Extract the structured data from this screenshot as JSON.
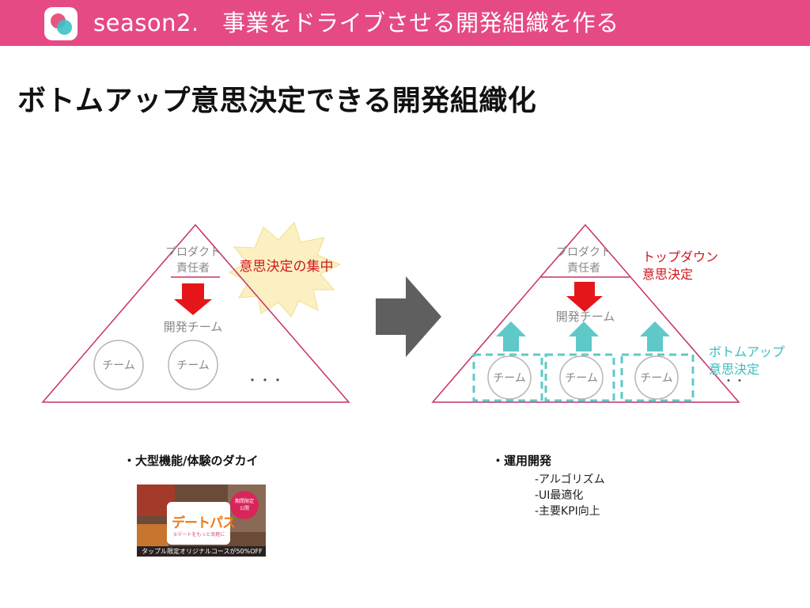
{
  "header": {
    "title": "season2.　事業をドライブさせる開発組織を作る",
    "brand_color": "#e54a85"
  },
  "slide": {
    "title": "ボトムアップ意思決定できる開発組織化"
  },
  "left_pyramid": {
    "top_role_line1": "プロダクト",
    "top_role_line2": "責任者",
    "middle_label": "開発チーム",
    "teams": [
      "チーム",
      "チーム"
    ],
    "ellipsis": "・・・",
    "callout": "意思決定の集中"
  },
  "right_pyramid": {
    "top_role_line1": "プロダクト",
    "top_role_line2": "責任者",
    "middle_label": "開発チーム",
    "teams": [
      "チーム",
      "チーム",
      "チーム"
    ],
    "ellipsis": "・・",
    "top_down_line1": "トップダウン",
    "top_down_line2": "意思決定",
    "bottom_up_line1": "ボトムアップ",
    "bottom_up_line2": "意思決定"
  },
  "bullets": {
    "left": "・大型機能/体験のダカイ",
    "right": "・運用開発",
    "right_items": [
      "-アルゴリズム",
      "-UI最適化",
      "-主要KPI向上"
    ]
  },
  "banner": {
    "logo": "デートパス",
    "logo_sub": "①デートをもっと気軽に",
    "tag_line1": "期間限定",
    "tag_line2": "公開",
    "bottom_text": "タップル限定オリジナルコースが50%OFF"
  },
  "colors": {
    "pyramid_stroke": "#c8306a",
    "down_arrow": "#e5161a",
    "up_arrow": "#5ec9c8",
    "top_down_text": "#d0161d",
    "bottom_up_text": "#3dbdbd",
    "transition_arrow": "#5f5f5f",
    "burst": "#fbf0c2"
  }
}
